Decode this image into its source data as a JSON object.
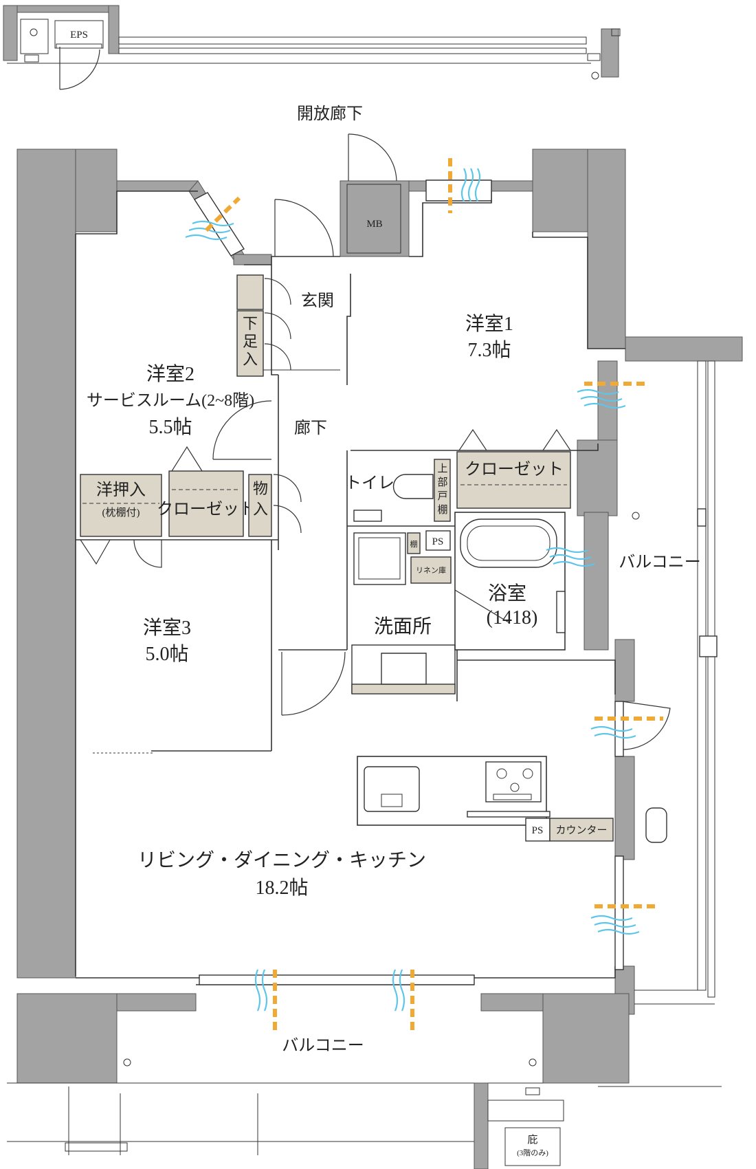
{
  "plan": {
    "corridor_label": "開放廊下",
    "eps_label": "EPS",
    "mb_label": "MB",
    "entrance_label": "玄関",
    "hallway_label": "廊下",
    "shoe_storage_label": "下足入",
    "room1": {
      "name": "洋室1",
      "size": "7.3帖"
    },
    "room2": {
      "name": "洋室2",
      "subtitle": "サービスルーム(2~8階)",
      "size": "5.5帖"
    },
    "room3": {
      "name": "洋室3",
      "size": "5.0帖"
    },
    "ldk": {
      "name": "リビング・ダイニング・キッチン",
      "size": "18.2帖"
    },
    "closet_label": "クローゼット",
    "closet_room2_label": "クローゼット",
    "futon_closet": {
      "name": "洋押入",
      "note": "(枕棚付)"
    },
    "storage_label": "物入",
    "toilet_label": "トイレ",
    "upper_cabinet_label": "上部戸棚",
    "shelf_label": "棚",
    "ps_label": "PS",
    "linen_label": "リネン庫",
    "bathroom": {
      "name": "浴室",
      "size": "(1418)"
    },
    "washroom_label": "洗面所",
    "counter_label": "カウンター",
    "kitchen_ps_label": "PS",
    "balcony_east_label": "バルコニー",
    "balcony_south_label": "バルコニー",
    "eave": {
      "name": "庇",
      "note": "(3階のみ)"
    }
  },
  "colors": {
    "wall": "#a3a3a3",
    "storage_fill": "#dcd6c9",
    "wind": "#5cc6ea",
    "sunlight": "#f0a934"
  },
  "icons": [
    "wind-icon",
    "sunlight-icon",
    "door-swing-icon",
    "stove-burner-icon",
    "sink-icon",
    "bathtub-icon",
    "toilet-icon",
    "outdoor-unit-icon"
  ]
}
